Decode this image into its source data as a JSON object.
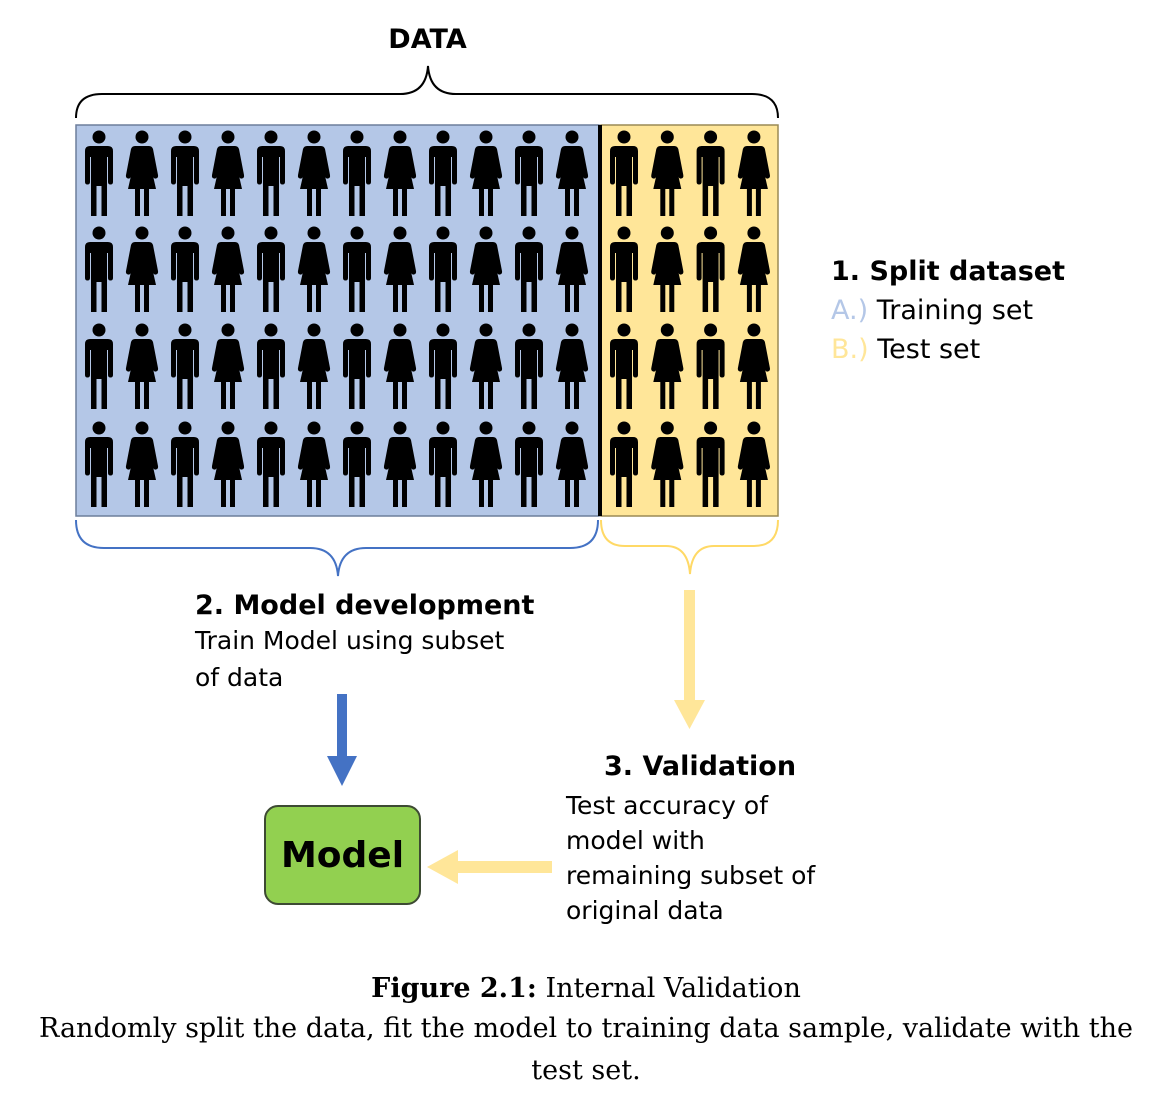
{
  "data_label": "DATA",
  "grid": {
    "rows": 4,
    "training_columns": 12,
    "test_columns": 4
  },
  "colors": {
    "training": "#b4c7e7",
    "test": "#ffe699",
    "training_brace": "#4472c4",
    "test_brace": "#ffd966",
    "arrow_blue": "#4472c4",
    "arrow_yellow": "#ffe699",
    "model_fill": "#92d050",
    "letter_a": "#b4c7e7",
    "letter_b": "#ffe699"
  },
  "legend": {
    "title": "1. Split dataset",
    "items": [
      {
        "letter": "A.)",
        "label": "Training set",
        "color": "#b4c7e7"
      },
      {
        "letter": "B.)",
        "label": "Test set",
        "color": "#ffe699"
      }
    ]
  },
  "step2": {
    "title": "2. Model development",
    "text_lines": [
      "Train Model using subset",
      "of data"
    ]
  },
  "step3": {
    "title": "3. Validation",
    "text_lines": [
      "Test accuracy of",
      "model with",
      "remaining subset of",
      "original data"
    ]
  },
  "model_label": "Model",
  "caption": {
    "figure_label": "Figure 2.1:",
    "figure_title": "Internal Validation",
    "description": "Randomly split the data, fit the model to training data sample, validate with the test set."
  }
}
